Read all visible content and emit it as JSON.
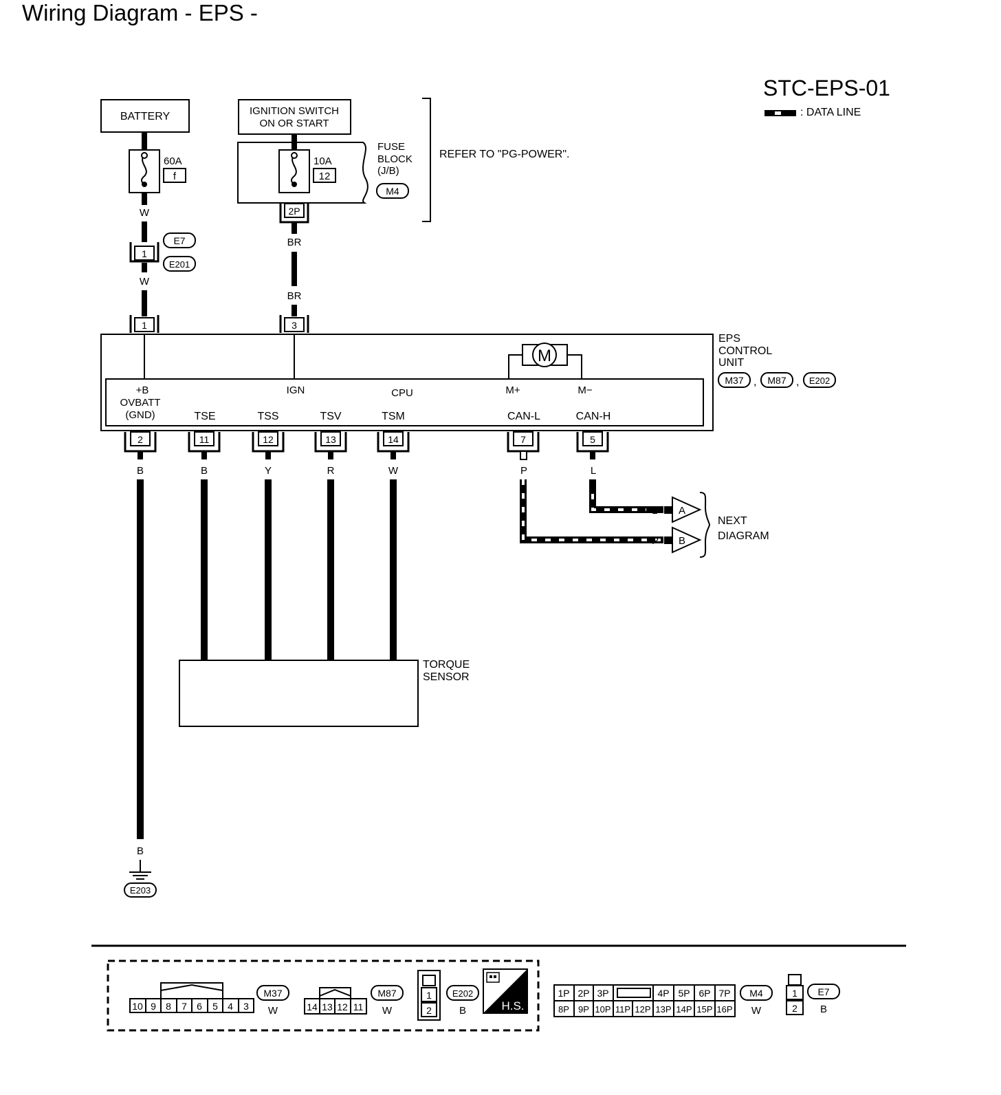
{
  "page": {
    "title": "Wiring Diagram - EPS -"
  },
  "diagram": {
    "code": "STC-EPS-01",
    "legend_label": ": DATA LINE",
    "note": "REFER TO \"PG-POWER\".",
    "battery": {
      "label": "BATTERY",
      "fuse_rating": "60A",
      "fuse_id": "f",
      "wire_upper": "W",
      "connector_pin": "1",
      "connector_ids": [
        "E7",
        "E201"
      ],
      "wire_lower": "W",
      "ecu_pin": "1"
    },
    "ignition": {
      "label_line1": "IGNITION SWITCH",
      "label_line2": "ON OR START",
      "fuse_rating": "10A",
      "fuse_id": "12",
      "fuse_block_line1": "FUSE",
      "fuse_block_line2": "BLOCK",
      "fuse_block_line3": "(J/B)",
      "fuse_block_connector": "M4",
      "block_terminal": "2P",
      "wire_upper": "BR",
      "wire_lower": "BR",
      "ecu_pin": "3"
    },
    "ecu": {
      "label_line1": "EPS",
      "label_line2": "CONTROL",
      "label_line3": "UNIT",
      "connectors": [
        "M37",
        "M87",
        "E202"
      ],
      "sep": ",",
      "motor_symbol": "M",
      "cpu_label": "CPU",
      "terminals": [
        {
          "line1": "+B",
          "line2": "OVBATT",
          "line3": "(GND)"
        },
        {
          "line1": "IGN"
        },
        {
          "line1": "M+"
        },
        {
          "line1": "M−"
        }
      ],
      "outputs": [
        {
          "label": "TSE",
          "pin": "11",
          "wire": "B"
        },
        {
          "label": "TSS",
          "pin": "12",
          "wire": "Y"
        },
        {
          "label": "TSV",
          "pin": "13",
          "wire": "R"
        },
        {
          "label": "TSM",
          "pin": "14",
          "wire": "W"
        },
        {
          "label": "CAN-L",
          "pin": "7",
          "wire": "P"
        },
        {
          "label": "CAN-H",
          "pin": "5",
          "wire": "L"
        }
      ],
      "ground_pin": "2",
      "ground_wire": "B"
    },
    "ground": {
      "wire": "B",
      "connector": "E203"
    },
    "torque_sensor": {
      "line1": "TORQUE",
      "line2": "SENSOR"
    },
    "next_diagram": {
      "line1": "NEXT",
      "line2": "DIAGRAM",
      "links": [
        {
          "wire": "L",
          "id": "A"
        },
        {
          "wire": "P",
          "id": "B"
        }
      ]
    }
  },
  "connector_views": {
    "m37": {
      "id": "M37",
      "color": "W",
      "pins": [
        "10",
        "9",
        "8",
        "7",
        "6",
        "5",
        "4",
        "3"
      ]
    },
    "m87": {
      "id": "M87",
      "color": "W",
      "pins": [
        "14",
        "13",
        "12",
        "11"
      ]
    },
    "e202": {
      "id": "E202",
      "color": "B",
      "pins": [
        "1",
        "2"
      ]
    },
    "hs": "H.S.",
    "m4": {
      "id": "M4",
      "color": "W",
      "row1": [
        "1P",
        "2P",
        "3P",
        "4P",
        "5P",
        "6P",
        "7P"
      ],
      "row2": [
        "8P",
        "9P",
        "10P",
        "11P",
        "12P",
        "13P",
        "14P",
        "15P",
        "16P"
      ]
    },
    "e7": {
      "id": "E7",
      "color": "B",
      "pins": [
        "1",
        "2"
      ]
    }
  }
}
